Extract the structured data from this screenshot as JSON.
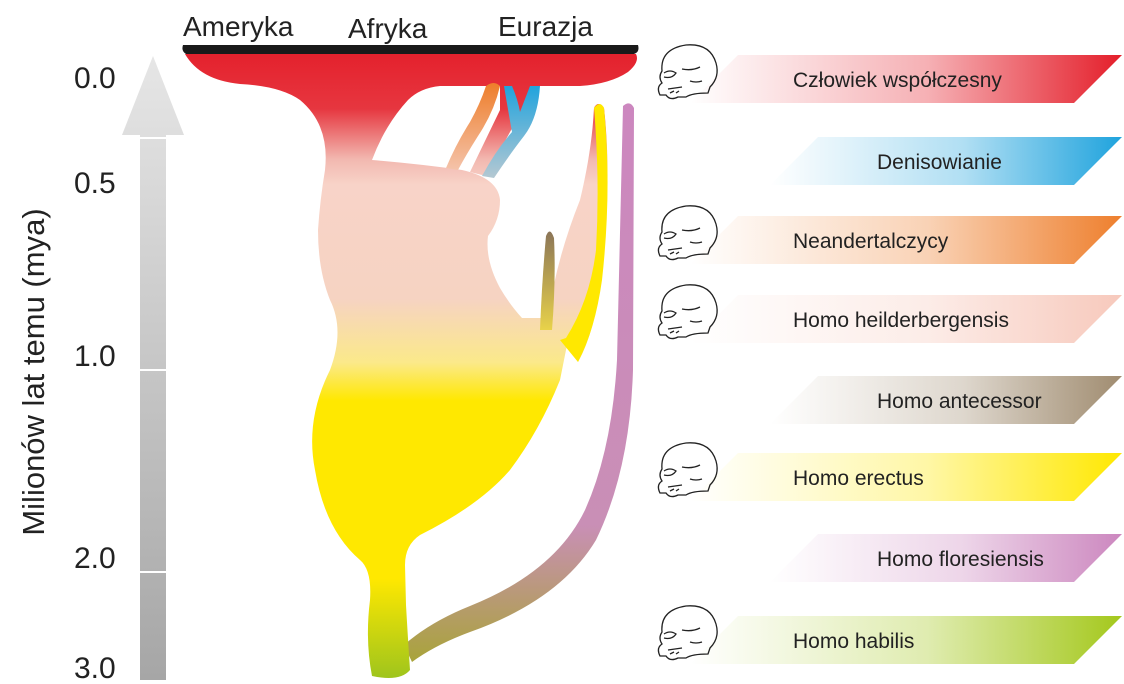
{
  "axis": {
    "title": "Milionów lat temu (mya)",
    "ticks": [
      "0.0",
      "0.5",
      "1.0",
      "2.0",
      "3.0"
    ]
  },
  "regions": [
    "Ameryka",
    "Afryka",
    "Eurazja"
  ],
  "species": [
    {
      "name": "Człowiek współczesny",
      "color": "#e41e2a",
      "skull": true
    },
    {
      "name": "Denisowianie",
      "color": "#1fa3dd",
      "skull": false
    },
    {
      "name": "Neandertalczycy",
      "color": "#ee7f2d",
      "skull": true
    },
    {
      "name": "Homo heilderbergensis",
      "color": "#f7c9bc",
      "skull": true
    },
    {
      "name": "Homo antecessor",
      "color": "#a08c70",
      "skull": false
    },
    {
      "name": "Homo erectus",
      "color": "#ffe800",
      "skull": true
    },
    {
      "name": "Homo floresiensis",
      "color": "#cc87bf",
      "skull": false
    },
    {
      "name": "Homo habilis",
      "color": "#a4c81c",
      "skull": true
    }
  ]
}
